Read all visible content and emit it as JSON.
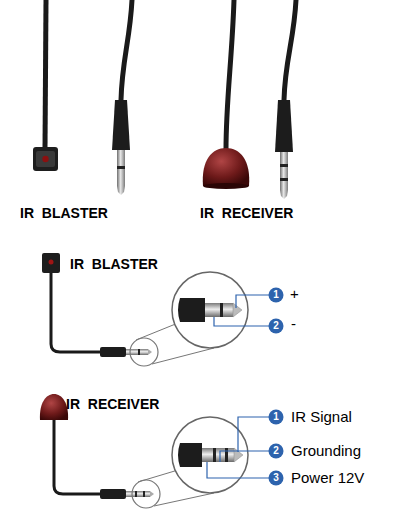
{
  "diagram": {
    "labels": [
      "IR  BLASTER",
      "IR  RECEIVER",
      "IR  BLASTER",
      "1",
      "+",
      "2",
      "-",
      "IR  RECEIVER",
      "1",
      "IR Signal",
      "2",
      "Grounding",
      "3",
      "Power 12V"
    ]
  }
}
